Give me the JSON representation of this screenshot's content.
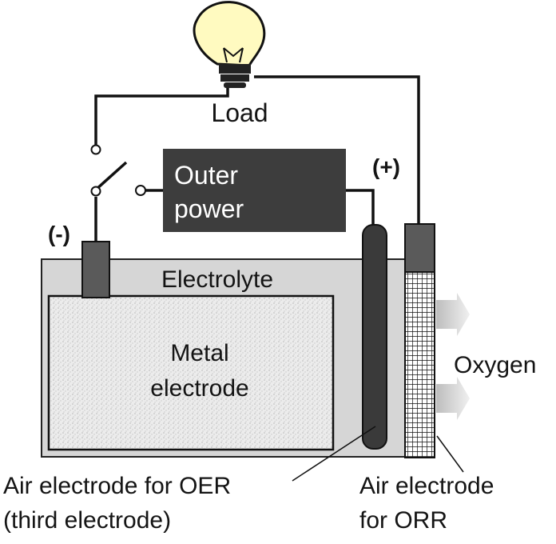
{
  "labels": {
    "load": "Load",
    "outer_power_line1": "Outer",
    "outer_power_line2": "power",
    "positive": "(+)",
    "negative": "(-)",
    "electrolyte": "Electrolyte",
    "metal_electrode_line1": "Metal",
    "metal_electrode_line2": "electrode",
    "oxygen": "Oxygen",
    "oer_line1": "Air electrode for OER",
    "oer_line2": "(third electrode)",
    "orr_line1": "Air electrode",
    "orr_line2": "for ORR"
  },
  "colors": {
    "wire": "#111111",
    "electrolyte": "#d6d6d6",
    "power_box": "#3d3d3d",
    "power_text": "#ffffff",
    "terminal": "#5a5a5a",
    "oer_rod": "#3a3a3a",
    "bulb": "#fffac0",
    "oxygen_arrow": "#c2c2c2"
  },
  "icons": {
    "load": "light-bulb-icon",
    "switch": "switch-icon",
    "oxygen": "arrow-right-icon"
  }
}
